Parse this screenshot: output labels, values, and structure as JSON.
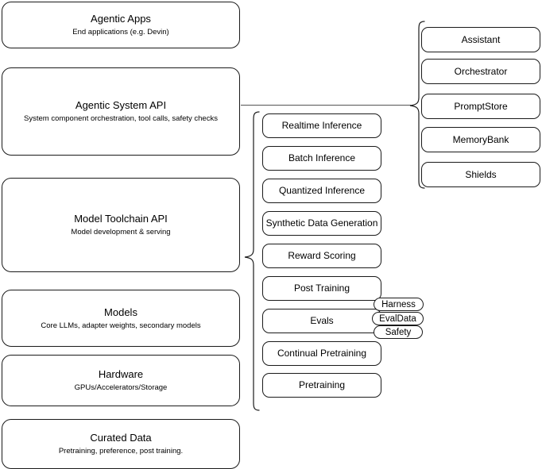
{
  "diagram": {
    "title": "Agentic stack layered architecture diagram",
    "stroke_color": "#1a1a1a",
    "connector_color": "#555555",
    "background": "#ffffff",
    "layers": [
      {
        "id": "agentic-apps",
        "title": "Agentic Apps",
        "subtitle": "End applications (e.g. Devin)"
      },
      {
        "id": "agentic-system-api",
        "title": "Agentic System API",
        "subtitle": "System component orchestration, tool calls, safety checks"
      },
      {
        "id": "model-toolchain-api",
        "title": "Model Toolchain API",
        "subtitle": "Model development & serving"
      },
      {
        "id": "models",
        "title": "Models",
        "subtitle": "Core LLMs, adapter weights, secondary models"
      },
      {
        "id": "hardware",
        "title": "Hardware",
        "subtitle": "GPUs/Accelerators/Storage"
      },
      {
        "id": "curated-data",
        "title": "Curated Data",
        "subtitle": "Pretraining, preference, post training."
      }
    ],
    "toolchain_capabilities": [
      {
        "id": "realtime-inference",
        "label": "Realtime Inference"
      },
      {
        "id": "batch-inference",
        "label": "Batch Inference"
      },
      {
        "id": "quantized-inference",
        "label": "Quantized Inference"
      },
      {
        "id": "synthetic-data-generation",
        "label": "Synthetic Data Generation"
      },
      {
        "id": "reward-scoring",
        "label": "Reward Scoring"
      },
      {
        "id": "post-training",
        "label": "Post Training"
      },
      {
        "id": "evals",
        "label": "Evals"
      },
      {
        "id": "continual-pretraining",
        "label": "Continual Pretraining"
      },
      {
        "id": "pretraining",
        "label": "Pretraining"
      }
    ],
    "eval_tags": [
      {
        "id": "harness",
        "label": "Harness"
      },
      {
        "id": "evaldata",
        "label": "EvalData"
      },
      {
        "id": "safety",
        "label": "Safety"
      }
    ],
    "system_components": [
      {
        "id": "assistant",
        "label": "Assistant"
      },
      {
        "id": "orchestrator",
        "label": "Orchestrator"
      },
      {
        "id": "promptstore",
        "label": "PromptStore"
      },
      {
        "id": "memorybank",
        "label": "MemoryBank"
      },
      {
        "id": "shields",
        "label": "Shields"
      }
    ]
  }
}
